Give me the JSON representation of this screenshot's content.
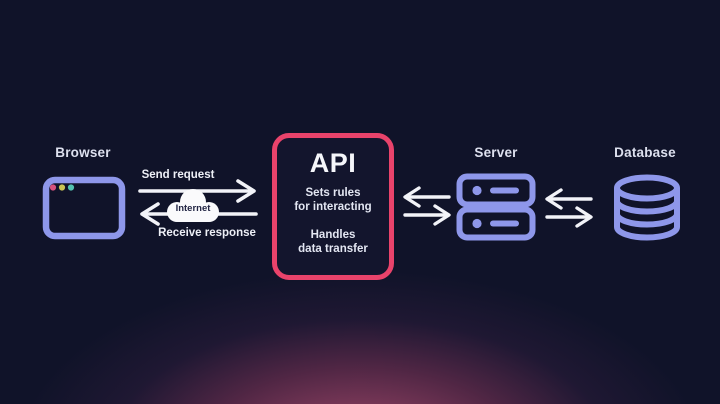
{
  "diagram": {
    "nodes": {
      "browser": {
        "label": "Browser"
      },
      "api": {
        "title": "API",
        "rules": "Sets rules\nfor interacting",
        "transfer": "Handles\ndata transfer"
      },
      "server": {
        "label": "Server"
      },
      "database": {
        "label": "Database"
      }
    },
    "flows": {
      "browser_api": {
        "send": "Send request",
        "receive": "Receive response",
        "via": "Internet"
      }
    },
    "icons": {
      "browser": "browser-window-icon",
      "cloud": "internet-cloud-icon",
      "send": "arrow-right-icon",
      "receive": "arrow-left-icon",
      "exchange": "bidirectional-arrows-icon",
      "server": "server-rack-icon",
      "database": "database-cylinder-icon"
    },
    "colors": {
      "background": "#101329",
      "glow": "#c25577",
      "node_stroke": "#8e97ea",
      "api_border": "#e9436b",
      "arrow": "#f2f3f8",
      "label_text": "#dde0ee",
      "cloud_fill": "#fafafc",
      "cloud_text": "#232645",
      "browser_dot_pink": "#d6527e",
      "browser_dot_yellow": "#c9c455",
      "browser_dot_teal": "#53c2b0"
    }
  }
}
